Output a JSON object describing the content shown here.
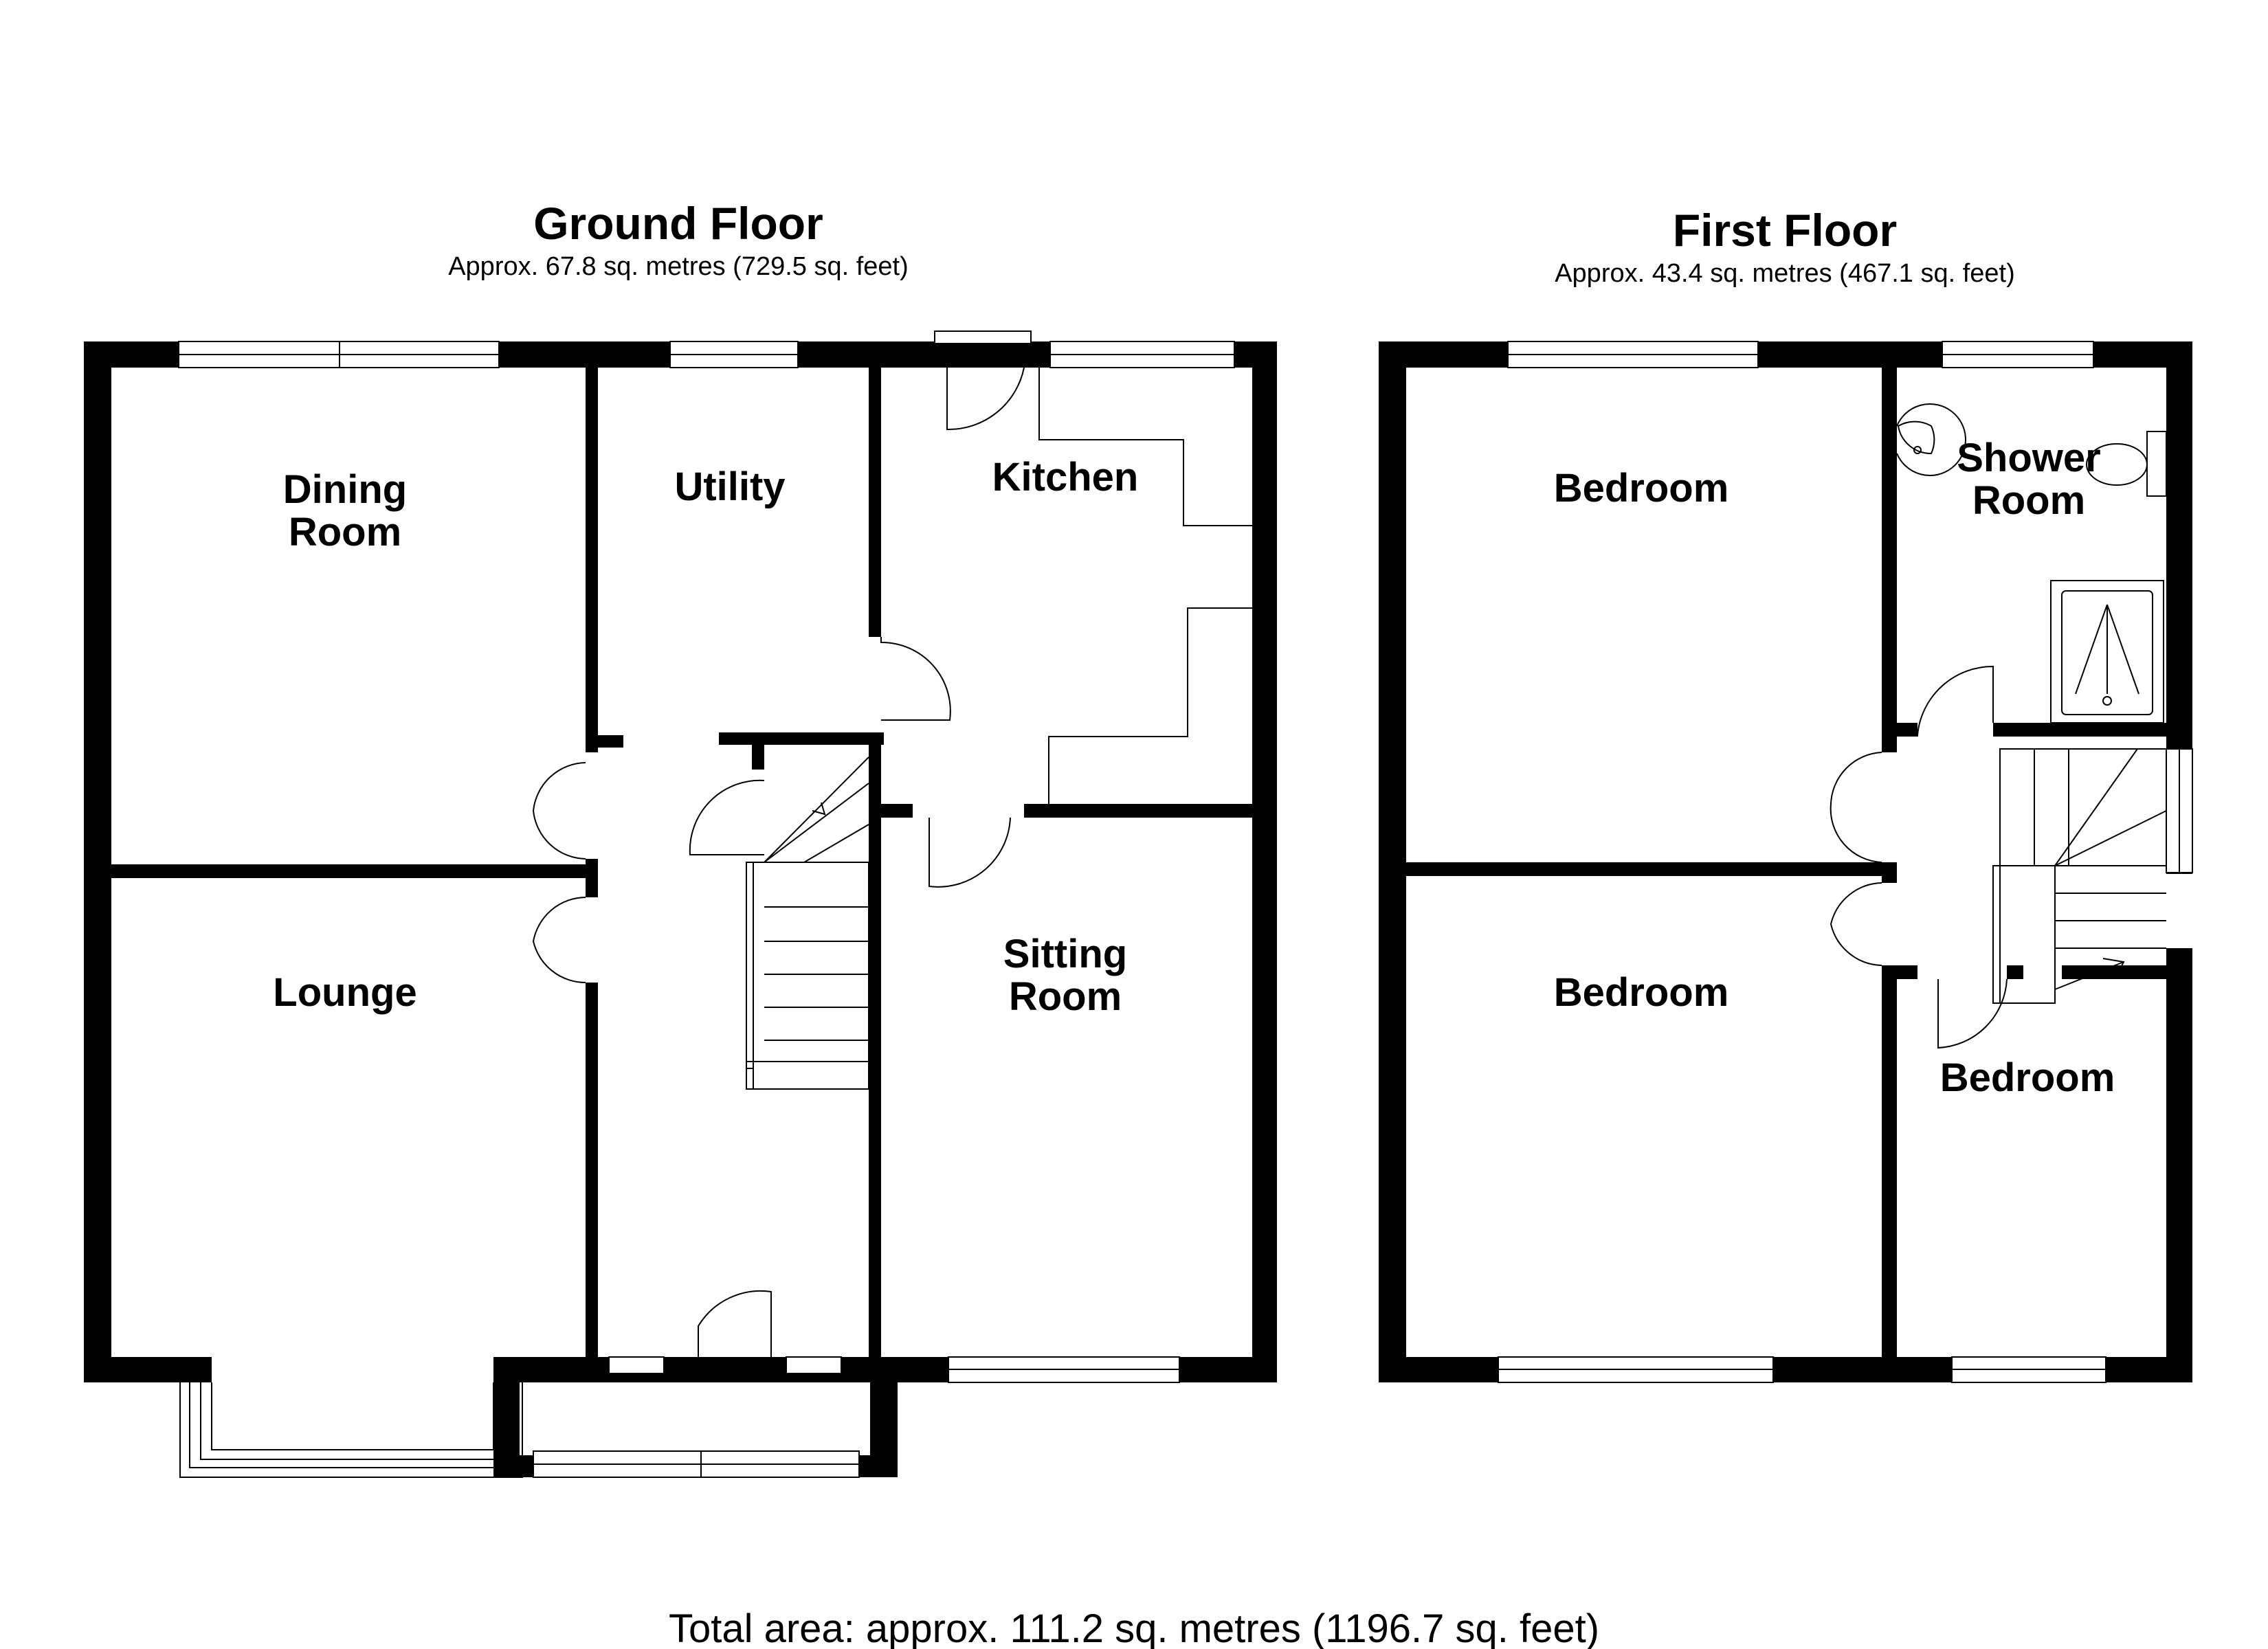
{
  "ground_floor": {
    "title": "Ground Floor",
    "area": "Approx. 67.8 sq. metres (729.5 sq. feet)",
    "rooms": {
      "dining_1": "Dining",
      "dining_2": "Room",
      "utility": "Utility",
      "kitchen": "Kitchen",
      "lounge": "Lounge",
      "sitting_1": "Sitting",
      "sitting_2": "Room"
    }
  },
  "first_floor": {
    "title": "First Floor",
    "area": "Approx. 43.4 sq. metres (467.1 sq. feet)",
    "rooms": {
      "bedroom_top": "Bedroom",
      "shower_1": "Shower",
      "shower_2": "Room",
      "bedroom_bottom": "Bedroom",
      "bedroom_small": "Bedroom"
    }
  },
  "total": "Total area: approx. 111.2 sq. metres (1196.7 sq. feet)",
  "colors": {
    "wall": "#000000",
    "background": "#ffffff"
  }
}
